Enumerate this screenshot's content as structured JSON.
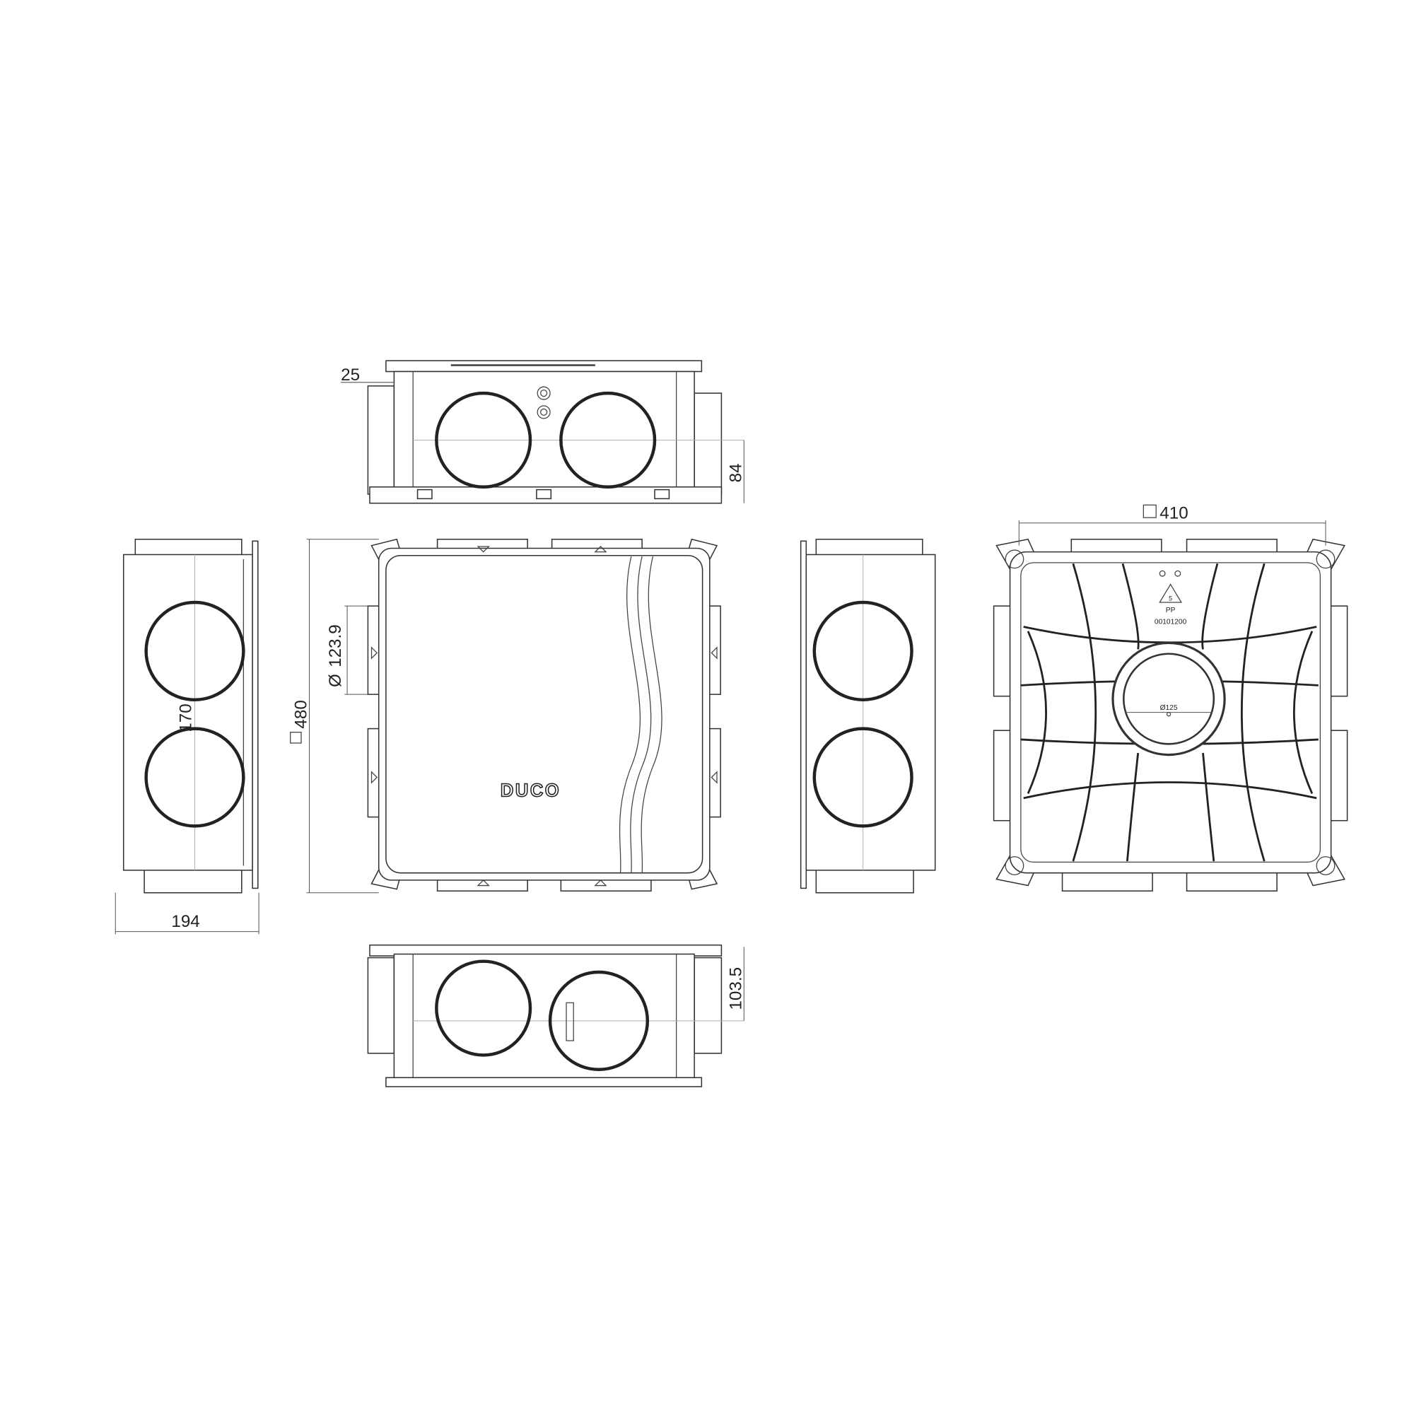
{
  "dimensions": {
    "top_flange": "25",
    "top_height": "84",
    "side_depth": "194",
    "side_spacing": "170",
    "overall_size": "480",
    "port_diameter": "123.9",
    "port_diameter_symbol": "Ø",
    "rear_size": "410",
    "bottom_height": "103.5",
    "center_port": "Ø125"
  },
  "labels": {
    "brand": "DUCO",
    "material": "PP",
    "recycle_code": "5",
    "part_code": "00101200"
  },
  "colors": {
    "line": "#222222",
    "background": "#ffffff"
  }
}
